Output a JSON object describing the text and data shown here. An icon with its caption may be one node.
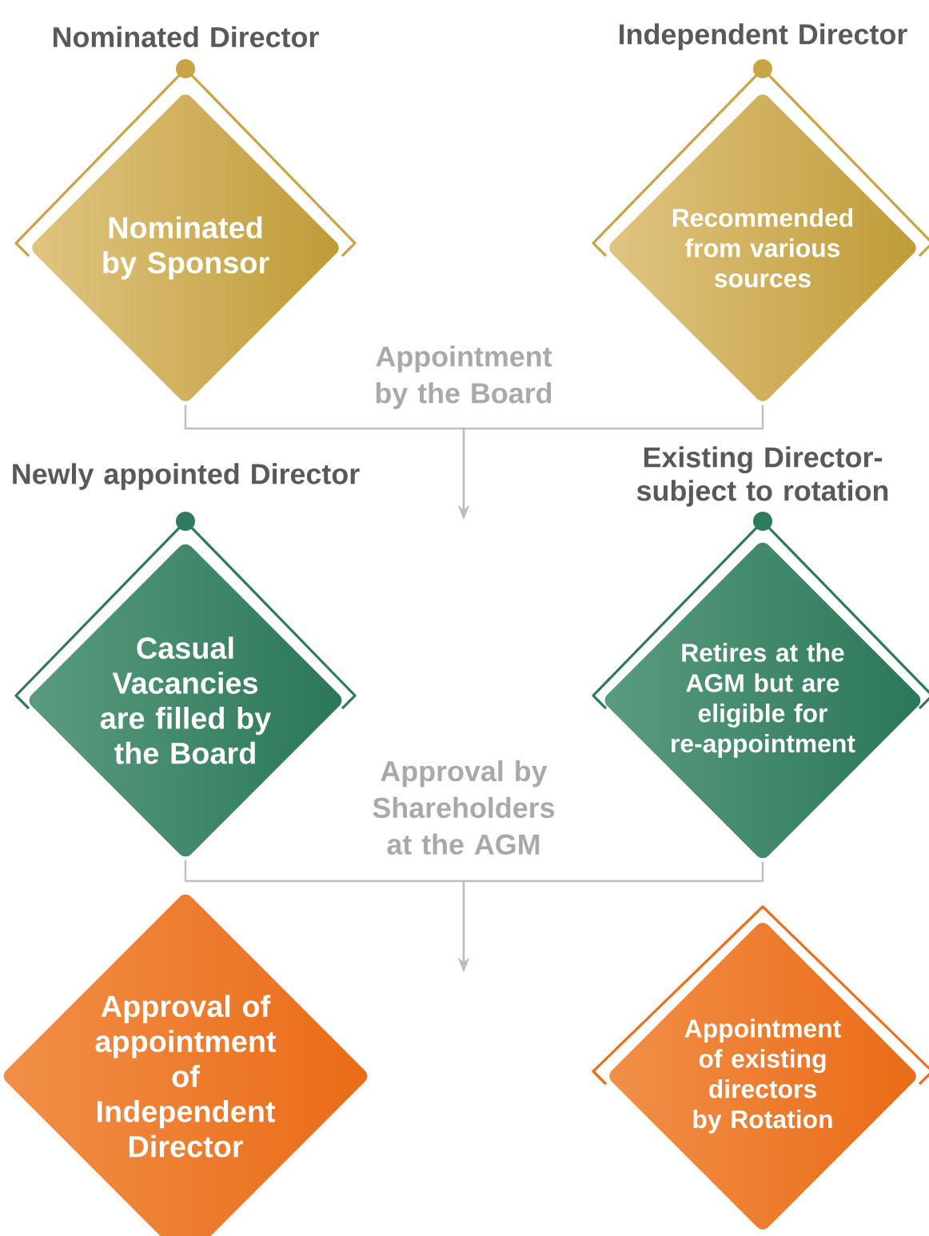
{
  "diagram": {
    "nodes": [
      {
        "text": [
          "Nominated Director",
          "Nominated by Sponsor"
        ]
      },
      {
        "text": [
          "Independent Director",
          "Recommended from various sources"
        ]
      },
      {
        "text": [
          "Newly appointed Director",
          "Casual Vacancies are filled by the Board"
        ]
      },
      {
        "text": [
          "Existing Director- subject to rotation",
          "Retires at the AGM but are eligible for re-appointment"
        ]
      },
      {
        "text": [
          "Approval of appointment of Independent Director"
        ]
      },
      {
        "text": [
          "Appointment of existing directors by Rotation"
        ]
      }
    ],
    "edges": [
      {
        "from": 0,
        "to": null,
        "arrow": "to",
        "label": "Appointment by the Board"
      },
      {
        "from": 1,
        "to": null,
        "arrow": "to"
      },
      {
        "from": 2,
        "to": null,
        "arrow": "to",
        "label": "Approval by Shareholders at the AGM"
      },
      {
        "from": 3,
        "to": null,
        "arrow": "to"
      }
    ]
  }
}
